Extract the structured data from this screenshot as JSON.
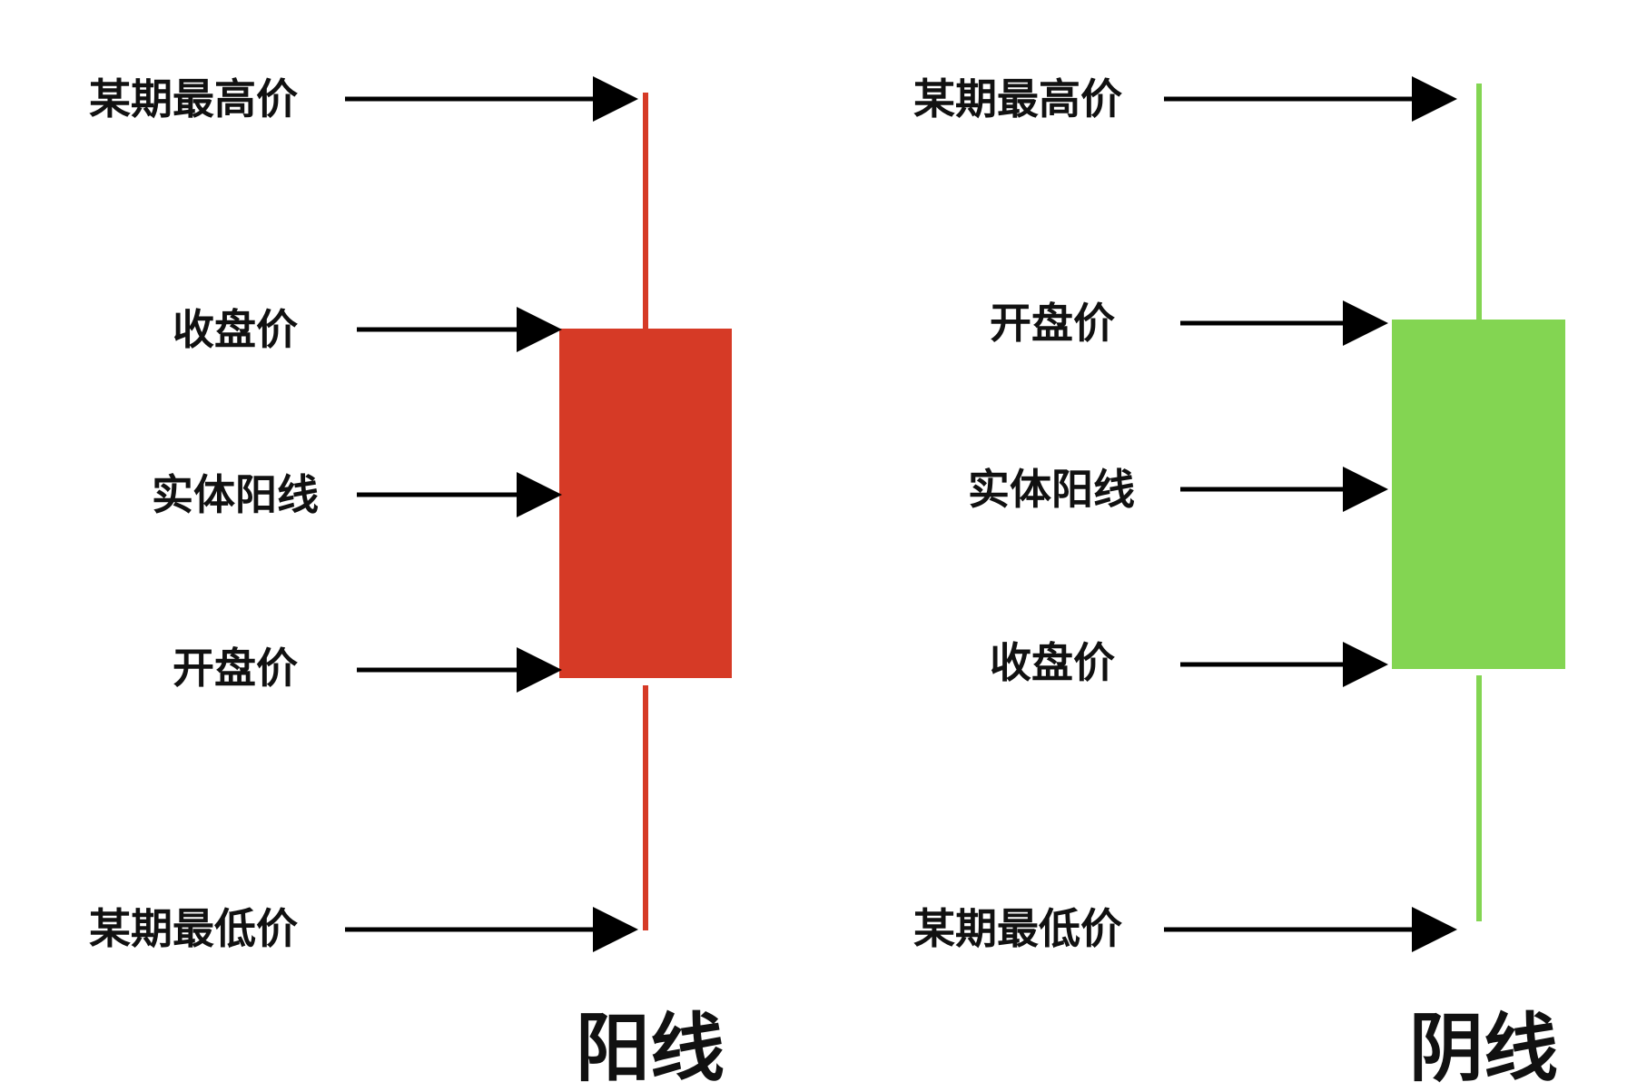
{
  "colors": {
    "bullish": "#d63a26",
    "bearish": "#83d552",
    "arrow": "#000000",
    "text": "#111111"
  },
  "bullish": {
    "title": "阳线",
    "labels": {
      "high": "某期最高价",
      "close": "收盘价",
      "body": "实体阳线",
      "open": "开盘价",
      "low": "某期最低价"
    }
  },
  "bearish": {
    "title": "阴线",
    "labels": {
      "high": "某期最高价",
      "open": "开盘价",
      "body": "实体阳线",
      "close": "收盘价",
      "low": "某期最低价"
    }
  }
}
